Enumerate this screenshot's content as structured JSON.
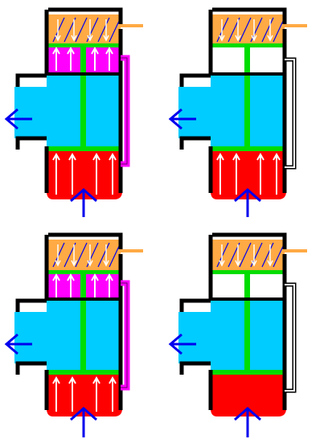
{
  "figure": {
    "panel_count": 4,
    "panel_order": [
      "top-left",
      "top-right",
      "bottom-left",
      "bottom-right"
    ],
    "colors": {
      "background": "#ffffff",
      "outline": "#000000",
      "outlet_gas": "#00ccff",
      "inlet_chamber": "#ff0000",
      "upper_chamber": "#ff00ff",
      "piston": "#00dd00",
      "spring": "#ffaa44",
      "flow_arrows": "#0000ee",
      "pressure_arrows": "#ffffff"
    },
    "panels": [
      {
        "id": "top-left",
        "upper_chamber_pressurized": true,
        "bypass_line_active": true,
        "inlet_pressure_arrows": true,
        "piston_position": "up"
      },
      {
        "id": "top-right",
        "upper_chamber_pressurized": false,
        "bypass_line_active": false,
        "inlet_pressure_arrows": true,
        "piston_position": "up"
      },
      {
        "id": "bottom-left",
        "upper_chamber_pressurized": true,
        "bypass_line_active": true,
        "inlet_pressure_arrows": true,
        "piston_position": "down"
      },
      {
        "id": "bottom-right",
        "upper_chamber_pressurized": false,
        "bypass_line_active": false,
        "inlet_pressure_arrows": false,
        "piston_position": "down"
      }
    ]
  }
}
